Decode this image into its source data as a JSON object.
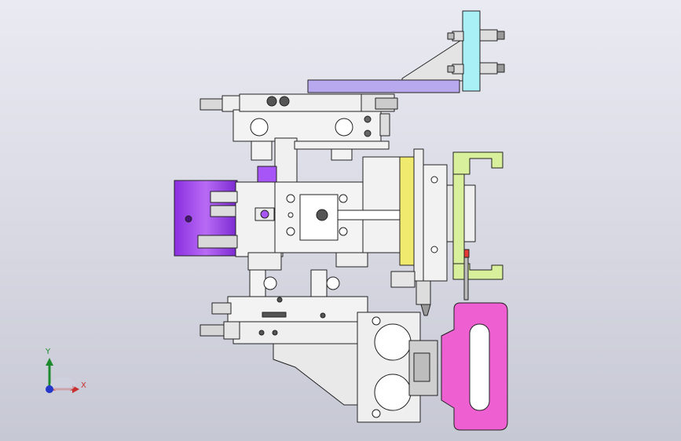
{
  "viewport": {
    "background_top": "#eaeaf2",
    "background_bottom": "#c6c8d4"
  },
  "model_parts": [
    {
      "name": "mounting-bracket",
      "color": "#a8f0f5"
    },
    {
      "name": "side-plate",
      "color": "#b8a9ef"
    },
    {
      "name": "rotary-cylinder",
      "color": "#a855f7"
    },
    {
      "name": "slide-plate",
      "color": "#f0eb6e"
    },
    {
      "name": "gripper-jaws",
      "color": "#d8ef9c"
    },
    {
      "name": "handle",
      "color": "#ee5fd2"
    },
    {
      "name": "frame-parts",
      "color": "#eeeeee"
    }
  ],
  "triad": {
    "y_label": "Y",
    "x_label": "X",
    "y_color": "#1e8a2e",
    "x_color": "#c83030",
    "z_color": "#2437c9"
  }
}
